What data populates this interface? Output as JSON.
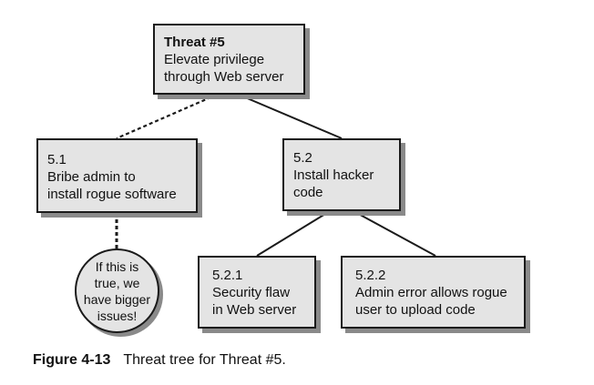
{
  "diagram": {
    "root": {
      "title": "Threat #5",
      "lines": [
        "Elevate privilege",
        "through Web server"
      ]
    },
    "node_5_1": {
      "lines": [
        "5.1",
        "Bribe admin to",
        "install rogue software"
      ]
    },
    "node_5_2": {
      "lines": [
        "5.2",
        "Install hacker",
        "code"
      ]
    },
    "node_5_2_1": {
      "lines": [
        "5.2.1",
        "Security flaw",
        "in Web server"
      ]
    },
    "node_5_2_2": {
      "lines": [
        "5.2.2",
        "Admin error allows rogue",
        "user to upload code"
      ]
    },
    "note": {
      "lines": [
        "If this is",
        "true, we",
        "have bigger",
        "issues!"
      ]
    }
  },
  "caption": {
    "label": "Figure 4-13",
    "text": "Threat tree for Threat #5."
  }
}
